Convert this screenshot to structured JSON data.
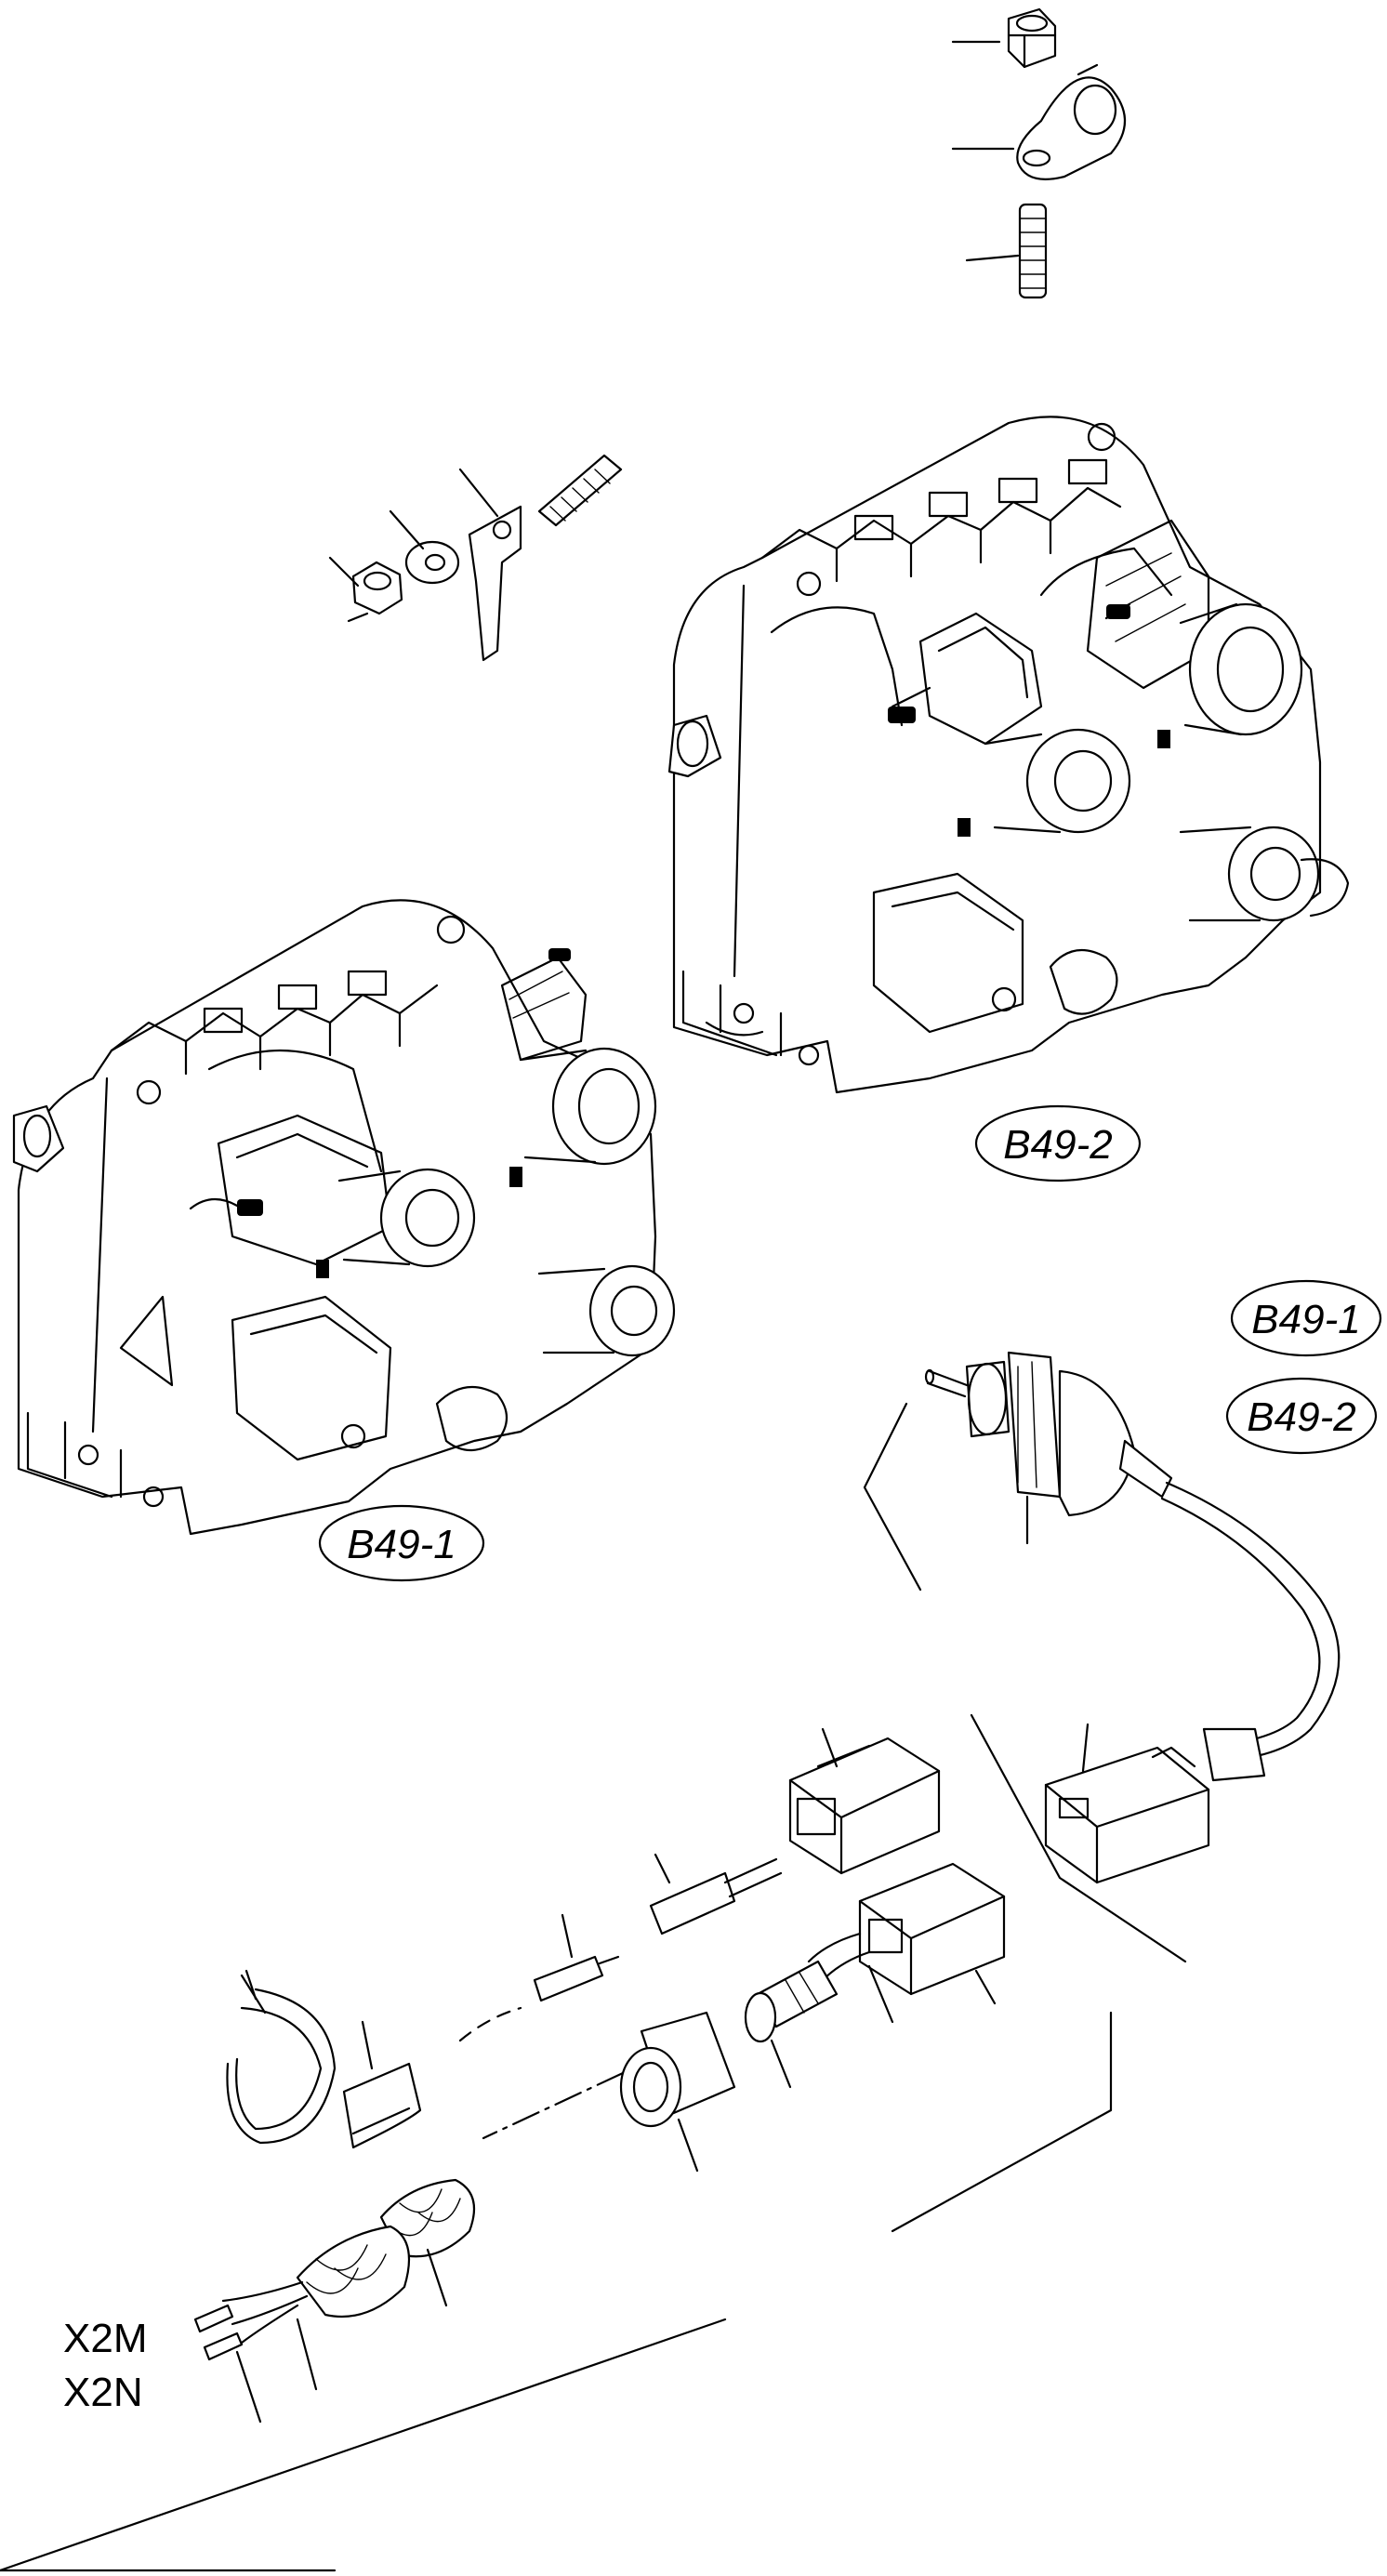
{
  "callouts": {
    "gearbox_right": "B49-2",
    "gearbox_left": "B49-1",
    "sensor_top": "B49-1",
    "sensor_bottom": "B49-2"
  },
  "wire_labels": {
    "upper": "X2M",
    "lower": "X2N"
  }
}
